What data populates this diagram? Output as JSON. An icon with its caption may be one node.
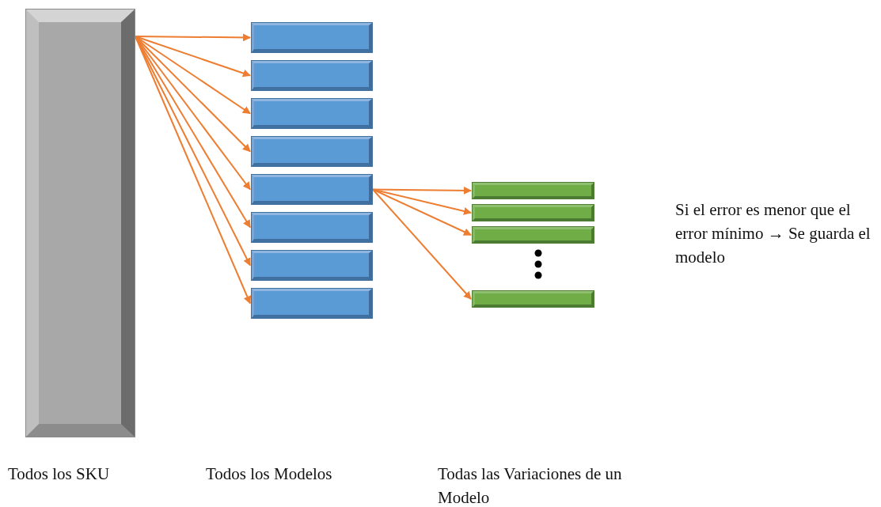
{
  "diagram": {
    "nodes": [
      {
        "text": [],
        "shape": "bar"
      },
      {
        "text": [],
        "shape": "box"
      },
      {
        "text": [],
        "shape": "box"
      },
      {
        "text": [],
        "shape": "box"
      },
      {
        "text": [],
        "shape": "box"
      },
      {
        "text": [],
        "shape": "box"
      },
      {
        "text": [],
        "shape": "box"
      },
      {
        "text": [],
        "shape": "box"
      },
      {
        "text": [],
        "shape": "box"
      },
      {
        "text": [],
        "shape": "box"
      },
      {
        "text": [],
        "shape": "box"
      },
      {
        "text": [],
        "shape": "box"
      },
      {
        "text": [],
        "shape": "box"
      }
    ],
    "edges": [
      {
        "from": 0,
        "to": 1,
        "arrow": "to"
      },
      {
        "from": 0,
        "to": 2,
        "arrow": "to"
      },
      {
        "from": 0,
        "to": 3,
        "arrow": "to"
      },
      {
        "from": 0,
        "to": 4,
        "arrow": "to"
      },
      {
        "from": 0,
        "to": 5,
        "arrow": "to"
      },
      {
        "from": 0,
        "to": 6,
        "arrow": "to"
      },
      {
        "from": 0,
        "to": 7,
        "arrow": "to"
      },
      {
        "from": 0,
        "to": 8,
        "arrow": "to"
      },
      {
        "from": 5,
        "to": 9,
        "arrow": "to"
      },
      {
        "from": 5,
        "to": 10,
        "arrow": "to"
      },
      {
        "from": 5,
        "to": 11,
        "arrow": "to"
      },
      {
        "from": 5,
        "to": 12,
        "arrow": "to"
      }
    ],
    "labels": [
      "Si el error es menor que el error mínimo → Se guarda el modelo",
      "Todos los SKU",
      "Todos los Modelos",
      "Todas las Variaciones de un Modelo"
    ]
  }
}
